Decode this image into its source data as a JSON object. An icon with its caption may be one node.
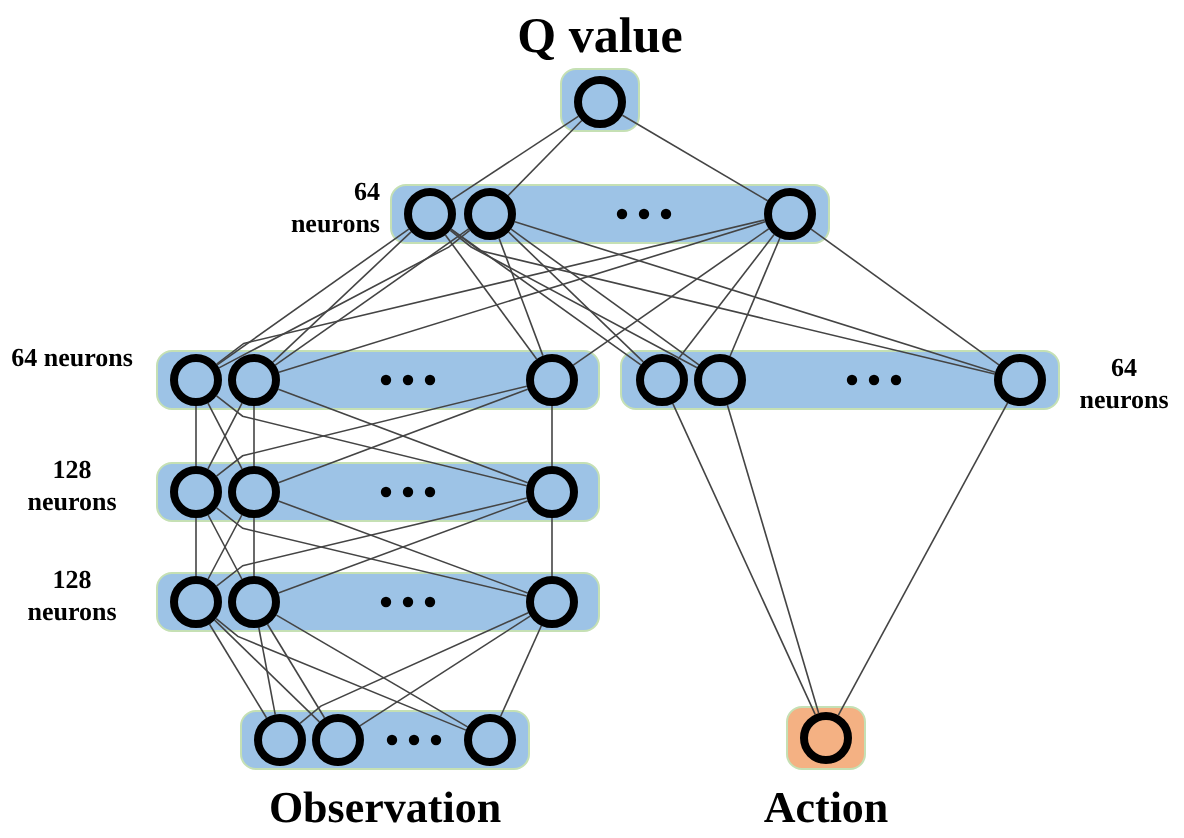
{
  "diagram": {
    "nodes": [
      {
        "text": [
          "Q value"
        ]
      },
      {
        "text": [],
        "shape": "circle",
        "in": 0
      },
      {
        "text": [],
        "shape": "box",
        "beside": [
          "64 neurons"
        ]
      },
      {
        "text": [],
        "shape": "circle",
        "in": 2
      },
      {
        "text": [],
        "shape": "circle",
        "in": 2
      },
      {
        "text": [],
        "shape": "circle",
        "in": 2
      },
      {
        "text": [],
        "shape": "box",
        "beside": [
          "64 neurons"
        ]
      },
      {
        "text": [],
        "shape": "circle",
        "in": 6
      },
      {
        "text": [],
        "shape": "circle",
        "in": 6
      },
      {
        "text": [],
        "shape": "circle",
        "in": 6
      },
      {
        "text": [],
        "shape": "box",
        "beside": [
          "64 neurons"
        ]
      },
      {
        "text": [],
        "shape": "circle",
        "in": 10
      },
      {
        "text": [],
        "shape": "circle",
        "in": 10
      },
      {
        "text": [],
        "shape": "circle",
        "in": 10
      },
      {
        "text": [],
        "shape": "box",
        "beside": [
          "128 neurons"
        ]
      },
      {
        "text": [],
        "shape": "circle",
        "in": 14
      },
      {
        "text": [],
        "shape": "circle",
        "in": 14
      },
      {
        "text": [],
        "shape": "circle",
        "in": 14
      },
      {
        "text": [],
        "shape": "box",
        "beside": [
          "128 neurons"
        ]
      },
      {
        "text": [],
        "shape": "circle",
        "in": 18
      },
      {
        "text": [],
        "shape": "circle",
        "in": 18
      },
      {
        "text": [],
        "shape": "circle",
        "in": 18
      },
      {
        "text": [
          "Observation"
        ]
      },
      {
        "text": [],
        "shape": "circle",
        "in": 22
      },
      {
        "text": [],
        "shape": "circle",
        "in": 22
      },
      {
        "text": [],
        "shape": "circle",
        "in": 22
      },
      {
        "text": [
          "Action"
        ]
      },
      {
        "text": [],
        "shape": "circle",
        "in": 26
      }
    ],
    "edges": [
      {
        "from": 1,
        "to": 3,
        "arrow": "none"
      },
      {
        "from": 1,
        "to": 4,
        "arrow": "none"
      },
      {
        "from": 1,
        "to": 5,
        "arrow": "none"
      },
      {
        "from": 3,
        "to": 7,
        "arrow": "none"
      },
      {
        "from": 3,
        "to": 8,
        "arrow": "none"
      },
      {
        "from": 3,
        "to": 9,
        "arrow": "none"
      },
      {
        "from": 4,
        "to": 7,
        "arrow": "none"
      },
      {
        "from": 4,
        "to": 8,
        "arrow": "none"
      },
      {
        "from": 4,
        "to": 9,
        "arrow": "none"
      },
      {
        "from": 5,
        "to": 7,
        "arrow": "none"
      },
      {
        "from": 5,
        "to": 8,
        "arrow": "none"
      },
      {
        "from": 5,
        "to": 9,
        "arrow": "none"
      },
      {
        "from": 3,
        "to": 11,
        "arrow": "none"
      },
      {
        "from": 3,
        "to": 12,
        "arrow": "none"
      },
      {
        "from": 3,
        "to": 13,
        "arrow": "none"
      },
      {
        "from": 4,
        "to": 11,
        "arrow": "none"
      },
      {
        "from": 4,
        "to": 12,
        "arrow": "none"
      },
      {
        "from": 4,
        "to": 13,
        "arrow": "none"
      },
      {
        "from": 5,
        "to": 11,
        "arrow": "none"
      },
      {
        "from": 5,
        "to": 12,
        "arrow": "none"
      },
      {
        "from": 5,
        "to": 13,
        "arrow": "none"
      },
      {
        "from": 7,
        "to": 15,
        "arrow": "none"
      },
      {
        "from": 7,
        "to": 16,
        "arrow": "none"
      },
      {
        "from": 7,
        "to": 17,
        "arrow": "none"
      },
      {
        "from": 8,
        "to": 15,
        "arrow": "none"
      },
      {
        "from": 8,
        "to": 16,
        "arrow": "none"
      },
      {
        "from": 8,
        "to": 17,
        "arrow": "none"
      },
      {
        "from": 9,
        "to": 15,
        "arrow": "none"
      },
      {
        "from": 9,
        "to": 16,
        "arrow": "none"
      },
      {
        "from": 9,
        "to": 17,
        "arrow": "none"
      },
      {
        "from": 15,
        "to": 19,
        "arrow": "none"
      },
      {
        "from": 15,
        "to": 20,
        "arrow": "none"
      },
      {
        "from": 15,
        "to": 21,
        "arrow": "none"
      },
      {
        "from": 16,
        "to": 19,
        "arrow": "none"
      },
      {
        "from": 16,
        "to": 20,
        "arrow": "none"
      },
      {
        "from": 16,
        "to": 21,
        "arrow": "none"
      },
      {
        "from": 17,
        "to": 19,
        "arrow": "none"
      },
      {
        "from": 17,
        "to": 20,
        "arrow": "none"
      },
      {
        "from": 17,
        "to": 21,
        "arrow": "none"
      },
      {
        "from": 19,
        "to": 23,
        "arrow": "none"
      },
      {
        "from": 19,
        "to": 24,
        "arrow": "none"
      },
      {
        "from": 19,
        "to": 25,
        "arrow": "none"
      },
      {
        "from": 20,
        "to": 23,
        "arrow": "none"
      },
      {
        "from": 20,
        "to": 24,
        "arrow": "none"
      },
      {
        "from": 20,
        "to": 25,
        "arrow": "none"
      },
      {
        "from": 21,
        "to": 23,
        "arrow": "none"
      },
      {
        "from": 21,
        "to": 24,
        "arrow": "none"
      },
      {
        "from": 21,
        "to": 25,
        "arrow": "none"
      },
      {
        "from": 11,
        "to": 27,
        "arrow": "none"
      },
      {
        "from": 12,
        "to": 27,
        "arrow": "none"
      },
      {
        "from": 13,
        "to": 27,
        "arrow": "none"
      }
    ]
  }
}
